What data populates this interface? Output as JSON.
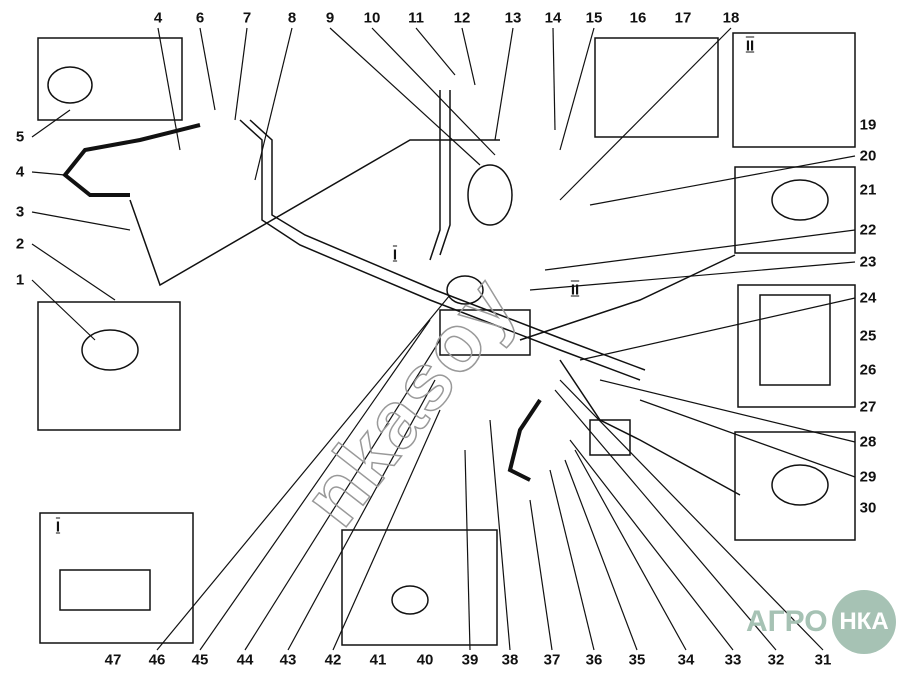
{
  "diagram": {
    "top_labels": [
      "4",
      "6",
      "7",
      "8",
      "9",
      "10",
      "11",
      "12",
      "13",
      "14",
      "15",
      "16",
      "17",
      "18"
    ],
    "left_labels": [
      "5",
      "4",
      "3",
      "2",
      "1"
    ],
    "right_labels": [
      "19",
      "20",
      "21",
      "22",
      "23",
      "24",
      "25",
      "26",
      "27",
      "28",
      "29",
      "30"
    ],
    "bottom_labels": [
      "47",
      "46",
      "45",
      "44",
      "43",
      "42",
      "41",
      "40",
      "39",
      "38",
      "37",
      "36",
      "35",
      "34",
      "33",
      "32",
      "31"
    ],
    "view_markers": {
      "view_i_main": "I",
      "view_ii_main": "II",
      "view_i_inset": "I",
      "view_ii_inset": "II"
    }
  },
  "watermark": "nkasoy",
  "logo": {
    "left": "АГРО",
    "right": "НКА"
  },
  "colors": {
    "line": "#111111",
    "logo": "#a6c2b4",
    "watermark": "#999999"
  }
}
